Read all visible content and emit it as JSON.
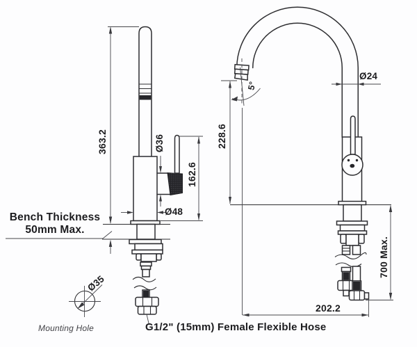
{
  "left_view": {
    "overall_height": "363.2",
    "knob_diameter": "Ø36",
    "lever_height_above_bench": "162.6",
    "base_diameter": "Ø48",
    "bench_note_line1": "Bench Thickness",
    "bench_note_line2": "50mm Max."
  },
  "right_view": {
    "outlet_height": "228.6",
    "outlet_angle": "5°",
    "spout_tube_diameter": "Ø24",
    "hose_length_below_bench": "700 Max.",
    "horizontal_reach": "202.2"
  },
  "mounting": {
    "hole_diameter": "Ø35",
    "hole_label": "Mounting Hole"
  },
  "hose_note": "G1/2\" (15mm) Female Flexible Hose",
  "colors": {
    "line": "#2d2d30",
    "dimension_line": "#46464b",
    "text": "#1c1c1f",
    "background": "#fdfdfe",
    "dark_fill": "#26262a"
  }
}
